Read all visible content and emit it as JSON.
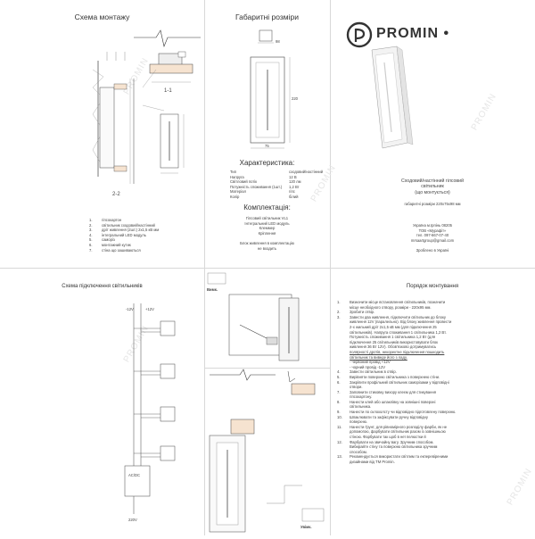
{
  "sections": {
    "mounting_scheme": "Схема монтажу",
    "dimensions": "Габаритні розміри",
    "characteristics": "Характеристика:",
    "completeness": "Комплектація:",
    "wiring_scheme": "Схема підключення світильників",
    "install_order": "Порядок монтування"
  },
  "section_labels": {
    "s11": "1-1",
    "s22": "2-2"
  },
  "brand": {
    "name": "PROMIN",
    "dot": "•"
  },
  "product": {
    "title_lines": [
      "Сходовий/настінний гілсовий",
      "світильник",
      "(що монтується)"
    ],
    "size": "габаритні розміри 220х75х98 мм"
  },
  "manufacturer": [
    "Україна м.Ірпінь 08205",
    "ТОВ «Мурафіт»",
    "тел. 097-667-07-40",
    "mrsaartgroup@gmail.com",
    "",
    "Зроблено в Україні"
  ],
  "legend": [
    {
      "n": "1.",
      "t": "гіпсокартон"
    },
    {
      "n": "2.",
      "t": "світильник сходовий/настінний"
    },
    {
      "n": "3.",
      "t": "дріт живлення (2шт.) 2х1,5 кВ мм"
    },
    {
      "n": "4.",
      "t": "інтегральний LED модуль"
    },
    {
      "n": "5.",
      "t": "саморіз"
    },
    {
      "n": "6.",
      "t": "монтажний кутик"
    },
    {
      "n": "7.",
      "t": "стіна що зашиваються"
    }
  ],
  "specs": [
    {
      "k": "Тип",
      "v": "сходовий/настінний"
    },
    {
      "k": "Напруга",
      "v": "12  В"
    },
    {
      "k": "Світловий потік",
      "v": "120 лм"
    },
    {
      "k": "Потужність споживання (1шт.)",
      "v": "1,2 Вт"
    },
    {
      "k": "Матеріал",
      "v": "гіпс"
    },
    {
      "k": "Колір",
      "v": "білий"
    }
  ],
  "kit": [
    "Гіпсовий світильник VL1",
    "Інтегральний LED модуль",
    "Клеммер",
    "Кріплення",
    "",
    "Блок живлення в комплектацію",
    "не входить"
  ],
  "dims": {
    "w": "75",
    "h": "220",
    "d": "98"
  },
  "wiring_labels": {
    "ac": "AC/DC",
    "v12p": "+12V",
    "v12m": "-12V",
    "v220": "220V"
  },
  "install_labels": {
    "step1": "Вимк.",
    "step2": "Увімк."
  },
  "steps": [
    {
      "n": "1.",
      "t": "Визначити місце встановлення світильників, позначити"
    },
    {
      "n": "",
      "t": "місце необхідного отвору, розміри - 220х95 мм."
    },
    {
      "n": "2.",
      "t": "Зробити отвір."
    },
    {
      "n": "3.",
      "t": "Завести два живлення, підключити світильник до блоку"
    },
    {
      "n": "",
      "t": "живлення 12V (паралельно). Від блоку живлення провести"
    },
    {
      "n": "",
      "t": "2-х жильний дріт 2х1,5 кВ мм (для підключення 25"
    },
    {
      "n": "",
      "t": "світильників). Напруга споживання 1 світильника 1,2 Вт."
    },
    {
      "n": "",
      "t": "Потужність споживання 1 світильника 1,2 Вт (для"
    },
    {
      "n": "",
      "t": "підключення 25 світильників використовувати блок"
    },
    {
      "n": "",
      "t": "живлення 36 Вт 12V). Обов'язково дотримуватись"
    },
    {
      "n": "",
      "t": "полярності дротів, некоректне підключення пошкодить"
    },
    {
      "n": "",
      "t": "світильник та виведе його з ладу."
    },
    {
      "n": "",
      "t": "- червоний провід +12V"
    },
    {
      "n": "",
      "t": "- чорний провід -12V"
    },
    {
      "n": "4.",
      "t": "Завести світильник в отвір."
    },
    {
      "n": "5.",
      "t": "Вирівняти поверхню світильника з поверхнею стіни."
    },
    {
      "n": "6.",
      "t": "Закріпити профільний світильник саморізами у відповідні"
    },
    {
      "n": "",
      "t": "отвори."
    },
    {
      "n": "7.",
      "t": "Заповнити стиковку вихору клеєм для стикування"
    },
    {
      "n": "",
      "t": "гіпсокартону."
    },
    {
      "n": "8.",
      "t": "Нанести клей або шпаклівку на зовнішні поверхні"
    },
    {
      "n": "",
      "t": "світильника."
    },
    {
      "n": "9.",
      "t": "Нанести по склохолсту чи відповідно підготовлену поверхню."
    },
    {
      "n": "10.",
      "t": "Шпаклювати та зафіксувати ручну відповідну"
    },
    {
      "n": "",
      "t": "поверхню."
    },
    {
      "n": "11.",
      "t": "Нанести ґрунт, для рівномірного розподілу фарби, як не"
    },
    {
      "n": "",
      "t": "допомогою, фарбувати світильник разом із зовнішньою"
    },
    {
      "n": "",
      "t": "стіною. Фарбувати так щоб в неї пелюстки й"
    },
    {
      "n": "12.",
      "t": "Фарбувати на звичайну вагу. Зручним способом."
    },
    {
      "n": "",
      "t": "Вибирайте стіну та поверхню світильника зручним"
    },
    {
      "n": "",
      "t": "способом."
    },
    {
      "n": "13.",
      "t": "Рекомендується використати світлим та екперевіреними"
    },
    {
      "n": "",
      "t": "дизайнами від ТМ Promin."
    }
  ],
  "watermark": "PROMIN"
}
